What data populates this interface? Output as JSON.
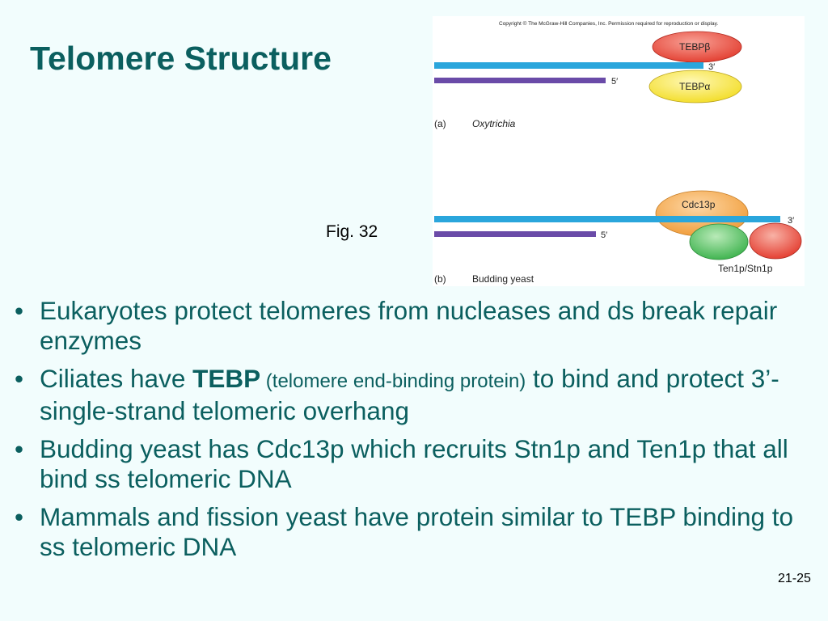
{
  "title": "Telomere Structure",
  "figure": {
    "copyright": "Copyright © The McGraw-Hill Companies, Inc. Permission required for reproduction or display.",
    "panel_a": {
      "tebp_beta": "TEBPβ",
      "tebp_alpha": "TEBPα",
      "end_3": "3′",
      "end_5": "5′",
      "letter": "(a)",
      "organism": "Oxytrichia"
    },
    "panel_b": {
      "cdc13p": "Cdc13p",
      "ten1p_stn1p": "Ten1p/Stn1p",
      "end_3": "3′",
      "end_5": "5′",
      "letter": "(b)",
      "organism": "Budding yeast"
    },
    "colors": {
      "top_strand": "#2aa6dc",
      "bottom_strand": "#6a4ba8",
      "tebp_beta": "#e84b3c",
      "tebp_alpha": "#f6e23a",
      "cdc13p": "#f5a44a",
      "ten1p": "#4fbf5a",
      "stn1p": "#e8463a"
    }
  },
  "fig_label": "Fig. 32",
  "bullets": [
    {
      "text": "Eukaryotes protect telomeres from nucleases and ds break repair enzymes"
    },
    {
      "pre": "Ciliates have ",
      "bold": "TEBP",
      "small": " (telomere end-binding protein)",
      "post": " to bind and protect 3’-single-strand telomeric overhang"
    },
    {
      "text": "Budding yeast has Cdc13p which recruits Stn1p and Ten1p that all bind ss telomeric DNA"
    },
    {
      "text": "Mammals and fission yeast have protein similar to TEBP binding to ss telomeric DNA"
    }
  ],
  "bullet_glyph": "•",
  "slide_number": "21-25"
}
